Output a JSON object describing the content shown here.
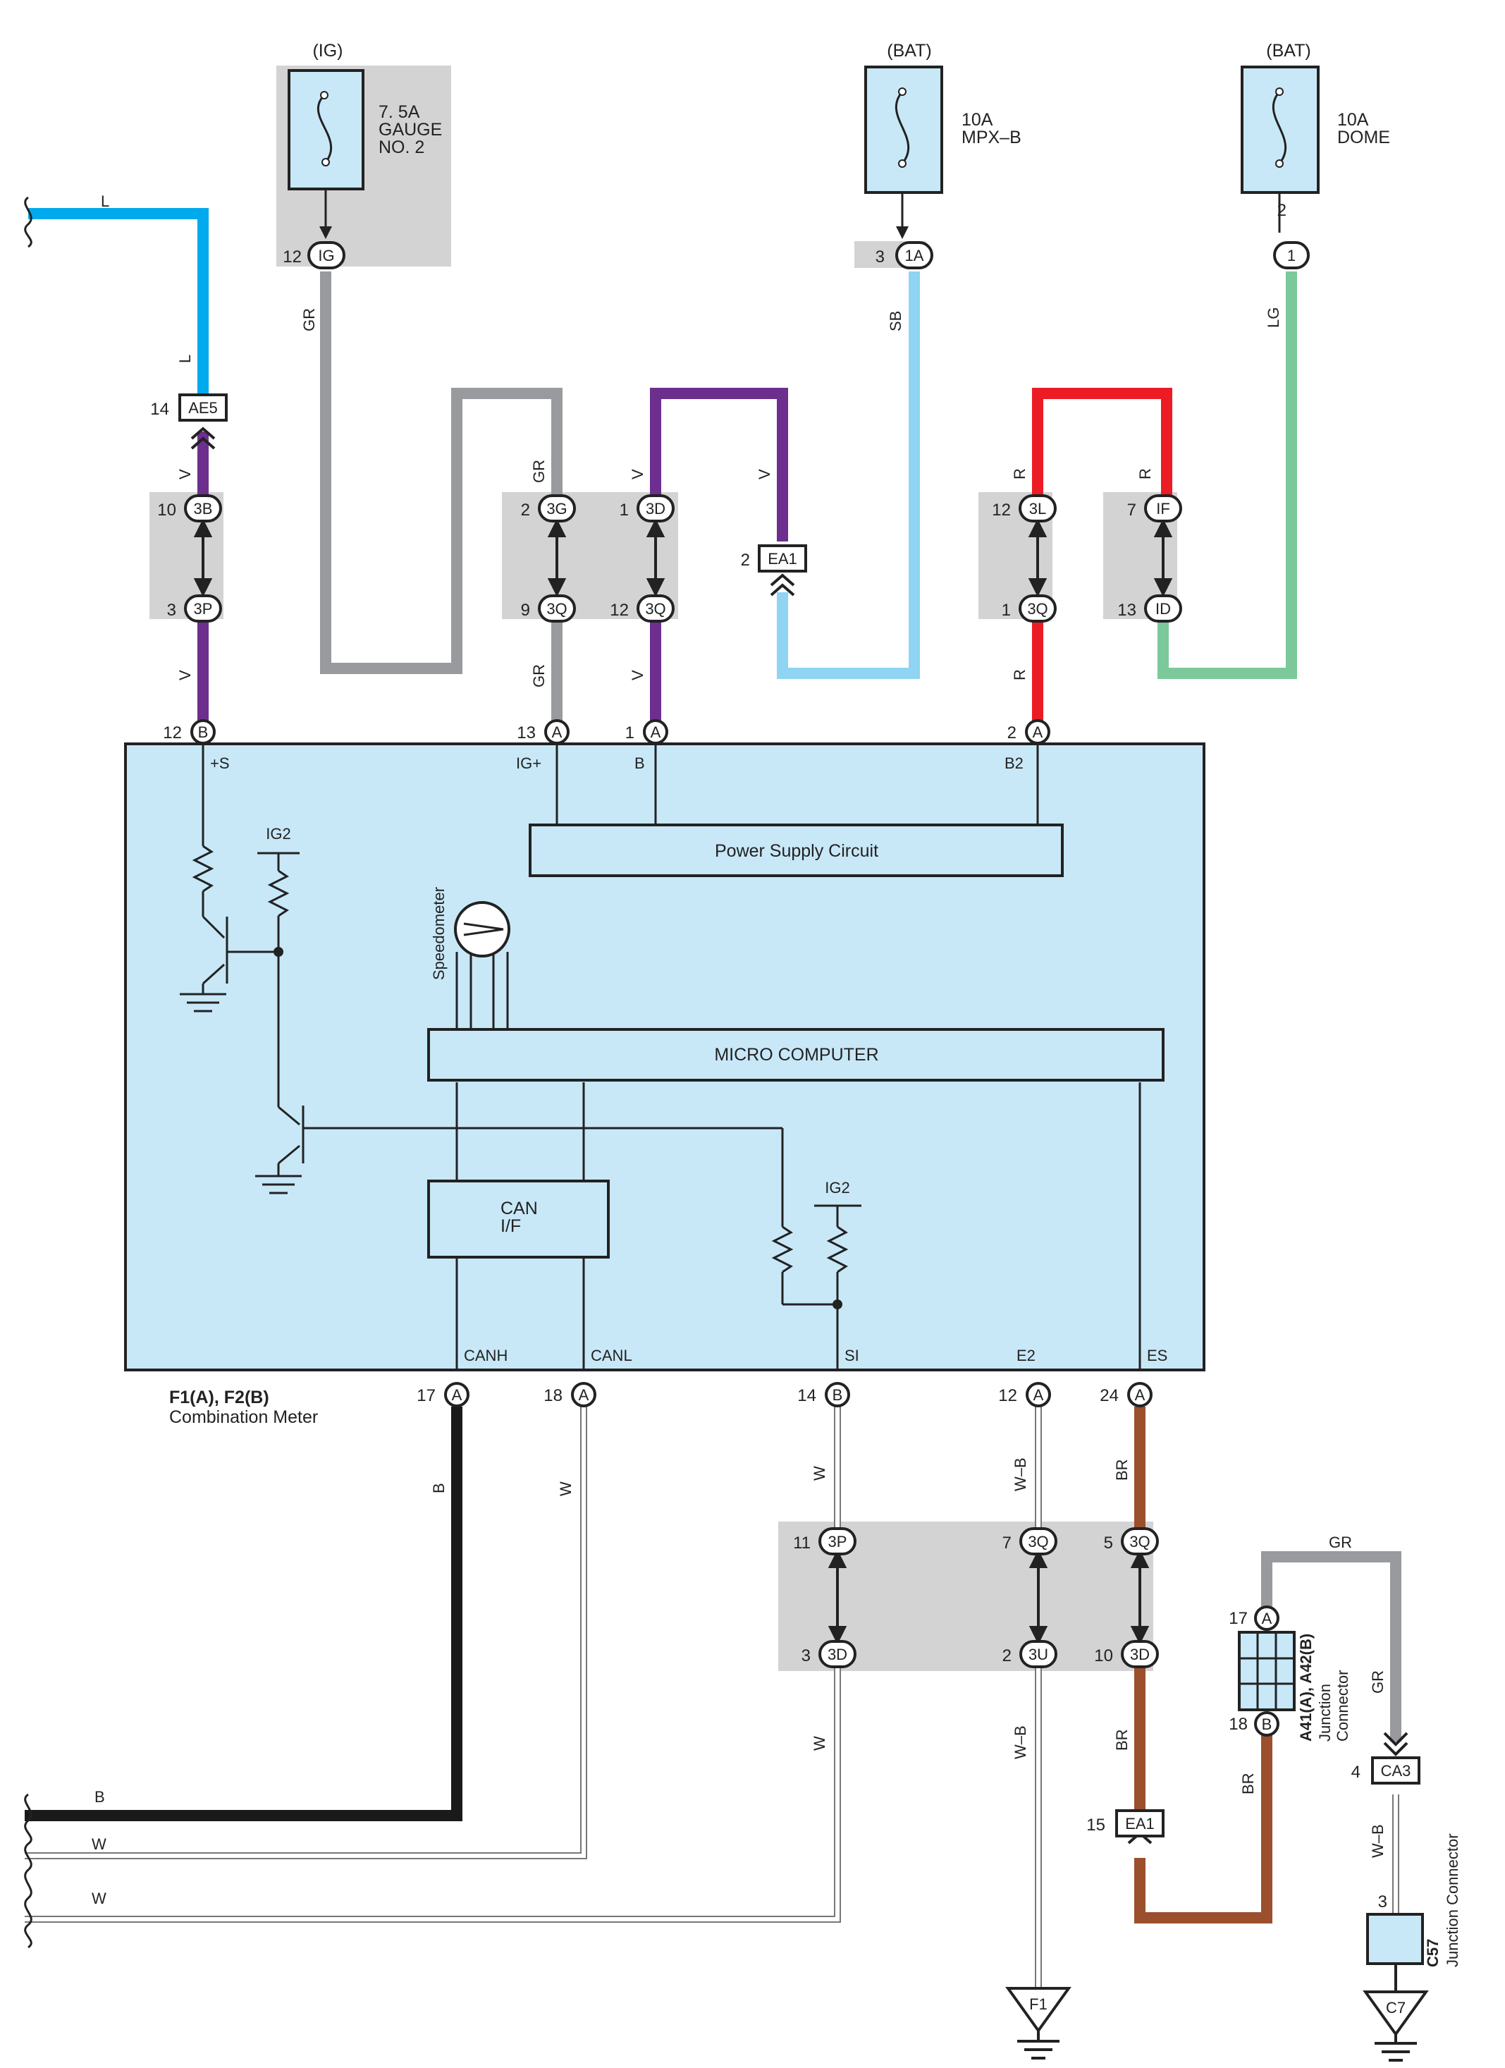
{
  "colors": {
    "wire_L": "#00aaec",
    "wire_GR": "#999a9e",
    "wire_V": "#6d2f8e",
    "wire_SB": "#8fd4f2",
    "wire_R": "#ec1c24",
    "wire_LG": "#7cc89a",
    "wire_B": "#1a1a1a",
    "wire_BR": "#9b4f2d",
    "meter_fill": "#c8e8f8",
    "junction_fill": "#d3d3d3"
  },
  "fuses": {
    "ig_source": "(IG)",
    "ig_name_1": "7. 5A",
    "ig_name_2": "GAUGE",
    "ig_name_3": "NO. 2",
    "mpx_source": "(BAT)",
    "mpx_name_1": "10A",
    "mpx_name_2": "MPX–B",
    "dome_source": "(BAT)",
    "dome_name_1": "10A",
    "dome_name_2": "DOME"
  },
  "connectors": {
    "ig": "IG",
    "ig_pin": "12",
    "a1": "1A",
    "a1_pin": "3",
    "one": "1",
    "one_pin": "2",
    "ae5": "AE5",
    "ae5_pin": "14",
    "b3": "3B",
    "b3_pin": "10",
    "p3": "3P",
    "p3_pin": "3",
    "g3": "3G",
    "g3_pin": "2",
    "q3a": "3Q",
    "q3a_pin": "9",
    "d3a": "3D",
    "d3a_pin": "1",
    "q3b": "3Q",
    "q3b_pin": "12",
    "ea1a": "EA1",
    "ea1a_pin": "2",
    "l3": "3L",
    "l3_pin": "12",
    "q3c": "3Q",
    "q3c_pin": "1",
    "if": "IF",
    "if_pin": "7",
    "id": "ID",
    "id_pin": "13",
    "p3b": "3P",
    "p3b_pin": "11",
    "d3b": "3D",
    "d3b_pin": "3",
    "q3d": "3Q",
    "q3d_pin": "7",
    "u3": "3U",
    "u3_pin": "2",
    "q3e": "3Q",
    "q3e_pin": "5",
    "d3c": "3D",
    "d3c_pin": "10",
    "ea1b": "EA1",
    "ea1b_pin": "15",
    "ca3": "CA3",
    "ca3_pin": "4",
    "c57_pin": "3",
    "ground_f1": "F1",
    "ground_c7": "C7"
  },
  "meter_pins": {
    "p_s_num": "12",
    "p_s_letter": "B",
    "p_s_label": "+S",
    "p_ig_num": "13",
    "p_ig_letter": "A",
    "p_ig_label": "IG+",
    "p_b_num": "1",
    "p_b_letter": "A",
    "p_b_label": "B",
    "p_b2_num": "2",
    "p_b2_letter": "A",
    "p_b2_label": "B2",
    "p_canh_num": "17",
    "p_canh_letter": "A",
    "p_canh_label": "CANH",
    "p_canl_num": "18",
    "p_canl_letter": "A",
    "p_canl_label": "CANL",
    "p_si_num": "14",
    "p_si_letter": "B",
    "p_si_label": "SI",
    "p_e2_num": "12",
    "p_e2_letter": "A",
    "p_e2_label": "E2",
    "p_es_num": "24",
    "p_es_letter": "A",
    "p_es_label": "ES"
  },
  "meter": {
    "title": "F1(A), F2(B)",
    "subtitle": "Combination Meter",
    "power_supply": "Power Supply Circuit",
    "micro": "MICRO COMPUTER",
    "can_1": "CAN",
    "can_2": "I/F",
    "speedometer": "Speedometer",
    "ig2_a": "IG2",
    "ig2_b": "IG2"
  },
  "wire_labels": {
    "L": "L",
    "GR": "GR",
    "SB": "SB",
    "LG": "LG",
    "V": "V",
    "R": "R",
    "B": "B",
    "W": "W",
    "WB": "W–B",
    "BR": "BR"
  },
  "junction": {
    "title": "A41(A), A42(B)",
    "sub_1": "Junction",
    "sub_2": "Connector",
    "pin_a_num": "17",
    "pin_a_letter": "A",
    "pin_b_num": "18",
    "pin_b_letter": "B"
  },
  "c57": {
    "title": "C57",
    "subtitle": "Junction Connector"
  }
}
